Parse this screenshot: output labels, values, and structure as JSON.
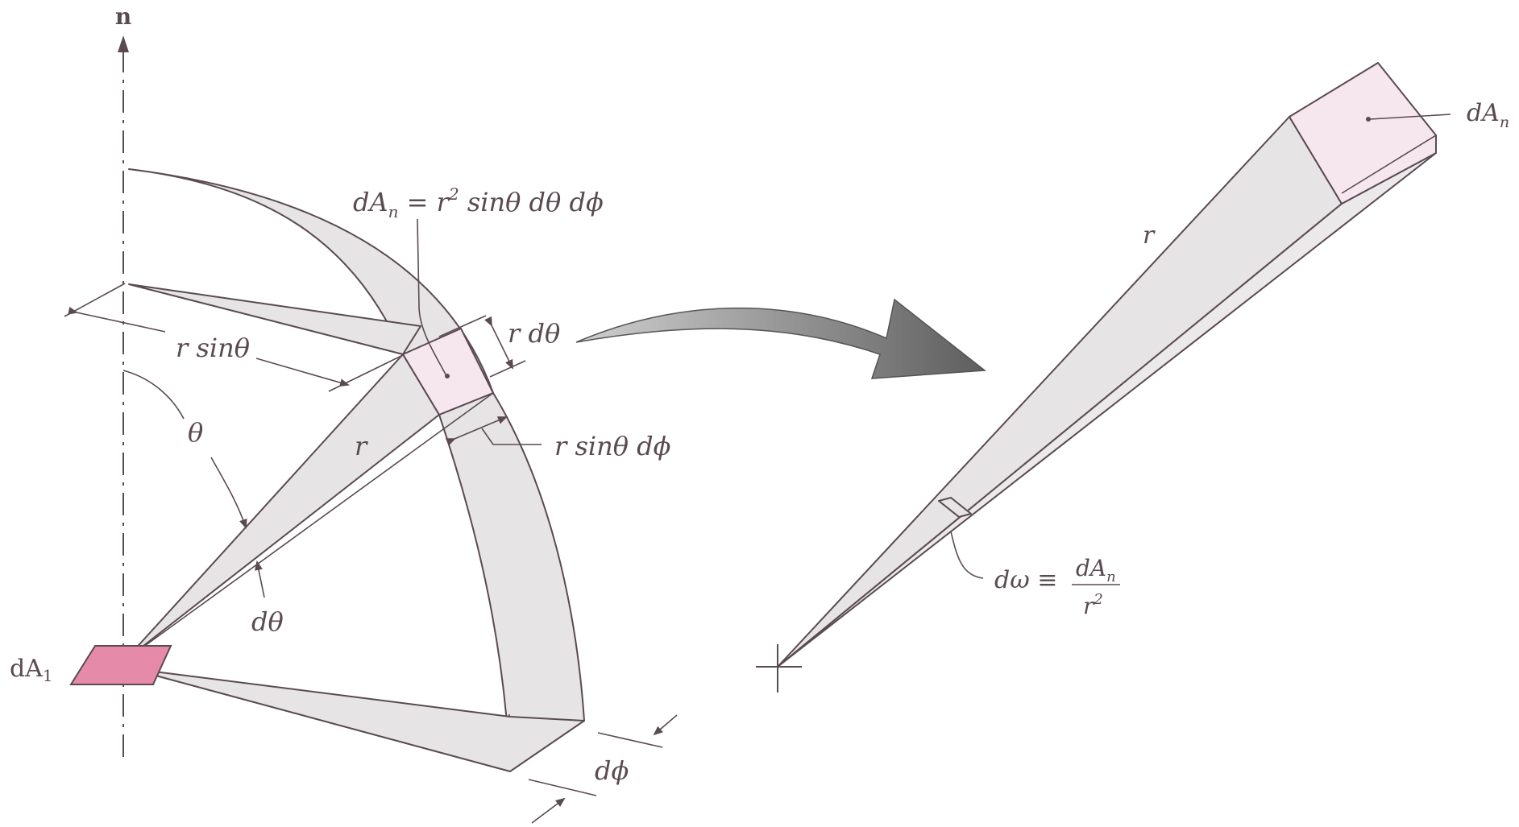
{
  "labels": {
    "normal_axis": "n",
    "dA_n_formula_left": "dA",
    "dA_n_formula_sub": "n",
    "dA_n_formula_eq": " = r",
    "dA_n_formula_exp": "2",
    "dA_n_formula_rest": " sinθ dθ dϕ",
    "r_sin_theta": "r sinθ",
    "r_d_theta": "r dθ",
    "theta": "θ",
    "r_left": "r",
    "r_sin_theta_d_phi": "r sinθ dϕ",
    "d_theta": "dθ",
    "dA1_main": "dA",
    "dA1_sub": "1",
    "d_phi": "dϕ",
    "r_right": "r",
    "dA_n_right_main": "dA",
    "dA_n_right_sub": "n",
    "d_omega_lhs": "dω ≡",
    "d_omega_num_main": "dA",
    "d_omega_num_sub": "n",
    "d_omega_den_main": "r",
    "d_omega_den_exp": "2"
  },
  "colors": {
    "line": "#5a4a52",
    "surface_fill": "#e6e4e5",
    "area_fill": "#f6e7ef",
    "dA1_fill": "#e58aa8",
    "arrow_dark": "#6d6d6d",
    "arrow_light": "#bdbdbd"
  }
}
